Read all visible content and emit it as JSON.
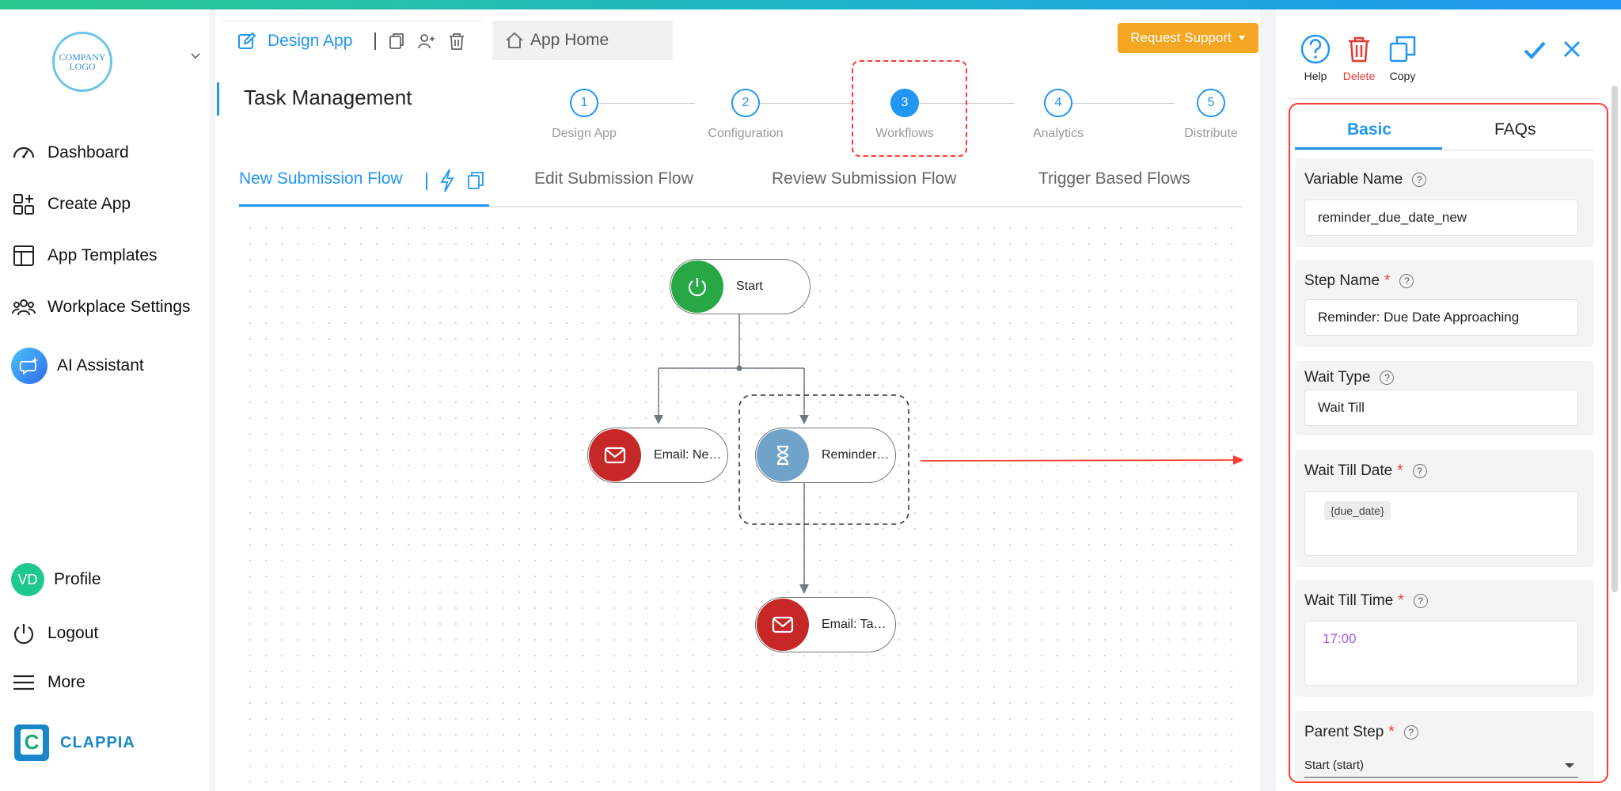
{
  "sidebar": {
    "logo_text": "COMPANY LOGO",
    "items": [
      {
        "label": "Dashboard",
        "icon": "gauge-icon"
      },
      {
        "label": "Create App",
        "icon": "create-app-icon"
      },
      {
        "label": "App Templates",
        "icon": "template-icon"
      },
      {
        "label": "Workplace Settings",
        "icon": "users-icon"
      },
      {
        "label": "AI Assistant",
        "icon": "ai-assistant-icon"
      }
    ],
    "profile": {
      "initials": "VD",
      "label": "Profile"
    },
    "logout_label": "Logout",
    "more_label": "More",
    "brand_name": "CLAPPIA"
  },
  "header": {
    "design_tab": "Design App",
    "home_tab": "App Home",
    "request_support": "Request Support",
    "app_name": "Task Management"
  },
  "stepper": {
    "active_step": 3,
    "steps": [
      {
        "num": "1",
        "label": "Design App"
      },
      {
        "num": "2",
        "label": "Configuration"
      },
      {
        "num": "3",
        "label": "Workflows"
      },
      {
        "num": "4",
        "label": "Analytics"
      },
      {
        "num": "5",
        "label": "Distribute"
      }
    ]
  },
  "flow_tabs": [
    "New Submission Flow",
    "Edit Submission Flow",
    "Review Submission Flow",
    "Trigger Based Flows"
  ],
  "flow_nodes": {
    "start": "Start",
    "email_new": "Email: Ne…",
    "reminder": "Reminder…",
    "email_task": "Email: Ta…"
  },
  "panel": {
    "actions": {
      "help": "Help",
      "delete": "Delete",
      "copy": "Copy"
    },
    "tabs": {
      "basic": "Basic",
      "faqs": "FAQs"
    },
    "fields": {
      "variable_name": {
        "label": "Variable Name",
        "value": "reminder_due_date_new"
      },
      "step_name": {
        "label": "Step Name",
        "value": "Reminder: Due Date Approaching"
      },
      "wait_type": {
        "label": "Wait Type",
        "value": "Wait Till"
      },
      "wait_till_date": {
        "label": "Wait Till Date",
        "value": "{due_date}"
      },
      "wait_till_time": {
        "label": "Wait Till Time",
        "value": "17:00"
      },
      "parent_step": {
        "label": "Parent Step",
        "value": "Start (start)"
      }
    },
    "required_mark": "*",
    "help_mark": "?"
  },
  "colors": {
    "accent": "#2196f3",
    "support_button": "#f5a623",
    "start_node": "#27a844",
    "email_node": "#c62828",
    "reminder_node": "#6fa3c9",
    "highlight": "#ff3b30"
  }
}
